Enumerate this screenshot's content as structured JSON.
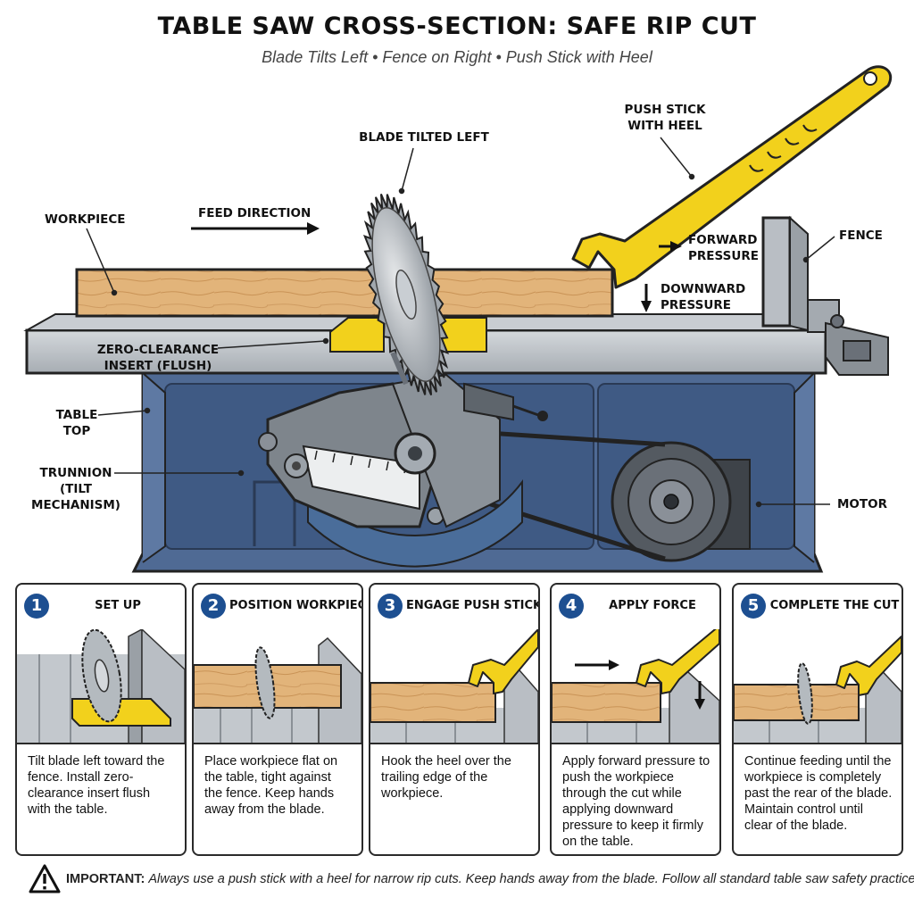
{
  "title": "TABLE SAW CROSS-SECTION: SAFE RIP CUT",
  "subtitle": "Blade Tilts Left • Fence on Right • Push Stick with Heel",
  "callouts": {
    "blade": "BLADE TILTED LEFT",
    "push_stick_1": "PUSH STICK",
    "push_stick_2": "WITH HEEL",
    "workpiece": "WORKPIECE",
    "feed_direction": "FEED DIRECTION",
    "fence": "FENCE",
    "forward_pressure_1": "FORWARD",
    "forward_pressure_2": "PRESSURE",
    "downward_pressure_1": "DOWNWARD",
    "downward_pressure_2": "PRESSURE",
    "zero_clearance_1": "ZERO-CLEARANCE",
    "zero_clearance_2": "INSERT (FLUSH)",
    "table_top_1": "TABLE",
    "table_top_2": "TOP",
    "trunnion_1": "TRUNNION",
    "trunnion_2": "(TILT",
    "trunnion_3": "MECHANISM)",
    "motor": "MOTOR"
  },
  "steps": [
    {
      "num": "1",
      "title": "SET UP",
      "text": "Tilt blade left toward the fence. Install zero-clearance insert flush with the table."
    },
    {
      "num": "2",
      "title": "POSITION WORKPIECE",
      "text": "Place workpiece flat on the table, tight against the fence. Keep hands away from the blade."
    },
    {
      "num": "3",
      "title": "ENGAGE PUSH STICK",
      "text": "Hook the heel over the trailing edge of the workpiece."
    },
    {
      "num": "4",
      "title": "APPLY FORCE",
      "text": "Apply forward pressure to push the workpiece through the cut while applying downward pressure to keep it firmly on the table."
    },
    {
      "num": "5",
      "title": "COMPLETE THE CUT",
      "text": "Continue feeding until the workpiece is completely past the rear of the blade. Maintain control until clear of the blade."
    }
  ],
  "footer": {
    "label": "IMPORTANT:",
    "text": "Always use a push stick with a heel for narrow rip cuts. Keep hands away from the blade. Follow all standard table saw safety practices."
  },
  "colors": {
    "accent_yellow": "#f2d11c",
    "cabinet_blue": "#4f6a94",
    "step_badge_blue": "#1d4f91",
    "wood": "#e2b47a",
    "steel": "#b9bec4"
  }
}
